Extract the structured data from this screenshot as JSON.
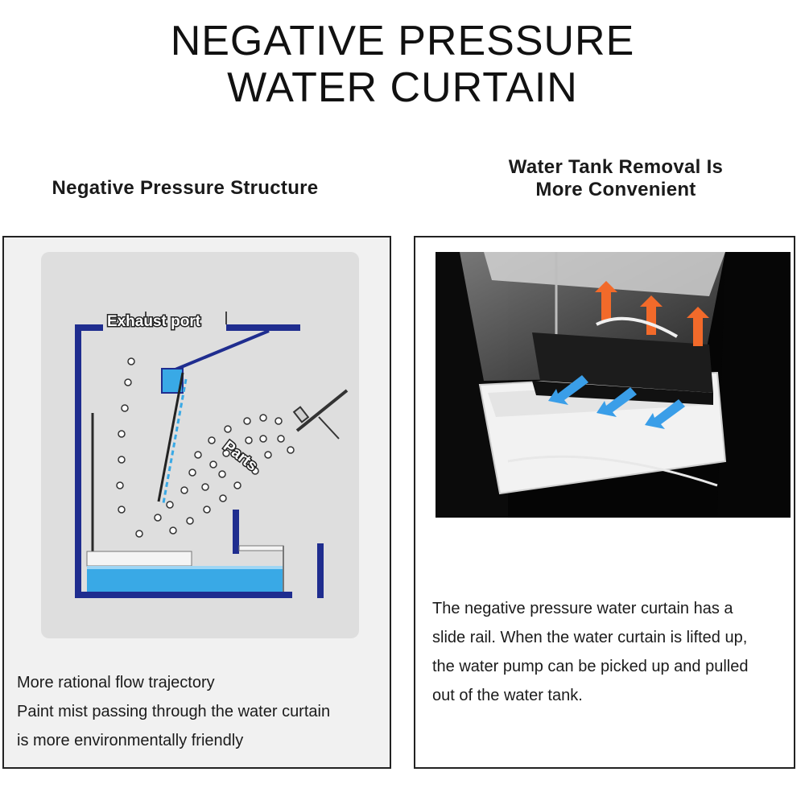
{
  "title": {
    "line1": "NEGATIVE PRESSURE",
    "line2": "WATER CURTAIN"
  },
  "left": {
    "heading": "Negative Pressure Structure",
    "diagram": {
      "exhaust_label": "Exhaust port",
      "parts_label": "Parts"
    },
    "description": {
      "line1": "More rational flow trajectory",
      "line2": "Paint mist passing through the water curtain",
      "line3": "is more environmentally friendly"
    }
  },
  "right": {
    "heading": {
      "line1": "Water Tank Removal Is",
      "line2": "More Convenient"
    },
    "description": {
      "line1": "The negative pressure water curtain has a",
      "line2": "slide rail. When the water curtain is lifted up,",
      "line3": "the water pump can be picked up and pulled",
      "line4": "out of the water tank."
    }
  },
  "colors": {
    "frame_blue": "#1f2d8f",
    "water_blue": "#39a9e6",
    "arrow_orange": "#f26a2a",
    "arrow_blue": "#3a9ee8"
  }
}
